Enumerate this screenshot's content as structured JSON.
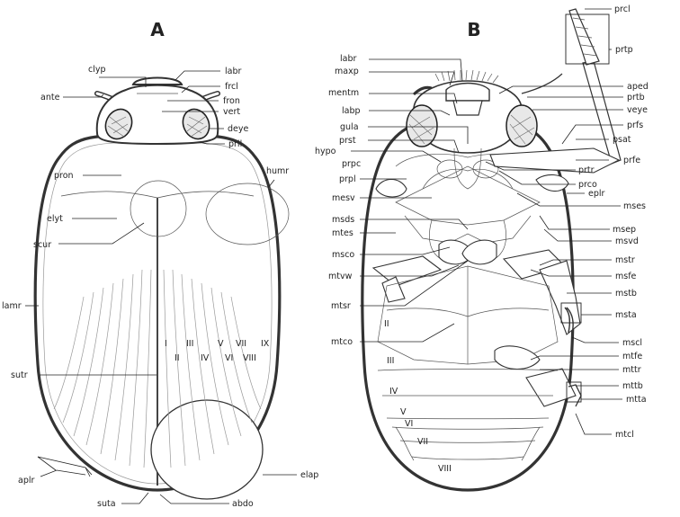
{
  "panels": {
    "a": "A",
    "b": "B"
  },
  "labels_a": {
    "clyp": "clyp",
    "labr": "labr",
    "frcl": "frcl",
    "ante": "ante",
    "fron": "fron",
    "vert": "vert",
    "deye": "deye",
    "prll": "prll",
    "pron": "pron",
    "humr": "humr",
    "elyt": "elyt",
    "scur": "scur",
    "lamr": "lamr",
    "sutr": "sutr",
    "elap": "elap",
    "aplr": "aplr",
    "suta": "suta",
    "abdo": "abdo"
  },
  "striae": [
    "I",
    "II",
    "III",
    "IV",
    "V",
    "VI",
    "VII",
    "VIII",
    "IX"
  ],
  "labels_b": {
    "prcl": "prcl",
    "prtp": "prtp",
    "labr": "labr",
    "maxp": "maxp",
    "mentm": "mentm",
    "aped": "aped",
    "prtb": "prtb",
    "labp": "labp",
    "veye": "veye",
    "gula": "gula",
    "prfs": "prfs",
    "prst": "prst",
    "psat": "psat",
    "hypo": "hypo",
    "prpc": "prpc",
    "prfe": "prfe",
    "prtr": "prtr",
    "prpl": "prpl",
    "prco": "prco",
    "eplr": "eplr",
    "mesv": "mesv",
    "mses": "mses",
    "msds": "msds",
    "msep": "msep",
    "mtes": "mtes",
    "msvd": "msvd",
    "msco": "msco",
    "mstr": "mstr",
    "mtvw": "mtvw",
    "msfe": "msfe",
    "mstb": "mstb",
    "mtsr": "mtsr",
    "msta": "msta",
    "mtco": "mtco",
    "mscl": "mscl",
    "mtfe": "mtfe",
    "mttr": "mttr",
    "mttb": "mttb",
    "mtta": "mtta",
    "mtcl": "mtcl"
  },
  "sternites": [
    "II",
    "III",
    "IV",
    "V",
    "VI",
    "VII",
    "VIII"
  ]
}
